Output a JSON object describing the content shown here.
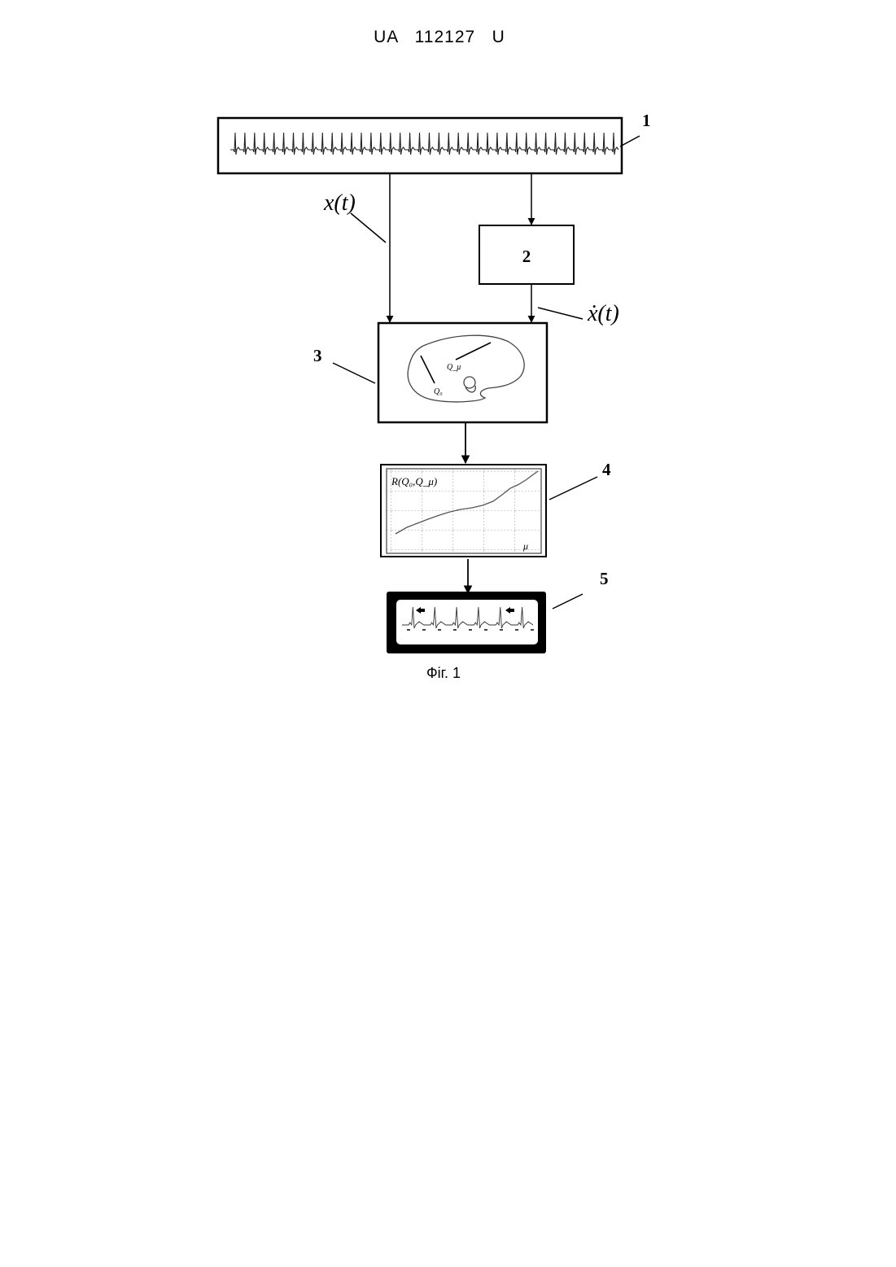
{
  "header": {
    "document_id": "UA   112127   U"
  },
  "figure": {
    "caption": "Фіг. 1",
    "blocks": [
      {
        "number": "1"
      },
      {
        "number": "2"
      },
      {
        "number": "3"
      },
      {
        "number": "4"
      },
      {
        "number": "5"
      }
    ],
    "signals": {
      "input": "x(t)",
      "derivative": "ẋ(t)"
    },
    "phase_portrait": {
      "label_q0": "Q₀",
      "label_qmu": "Q_μ"
    },
    "graph": {
      "ylabel": "R(Q₀,Q_μ)",
      "xlabel": "μ"
    }
  }
}
